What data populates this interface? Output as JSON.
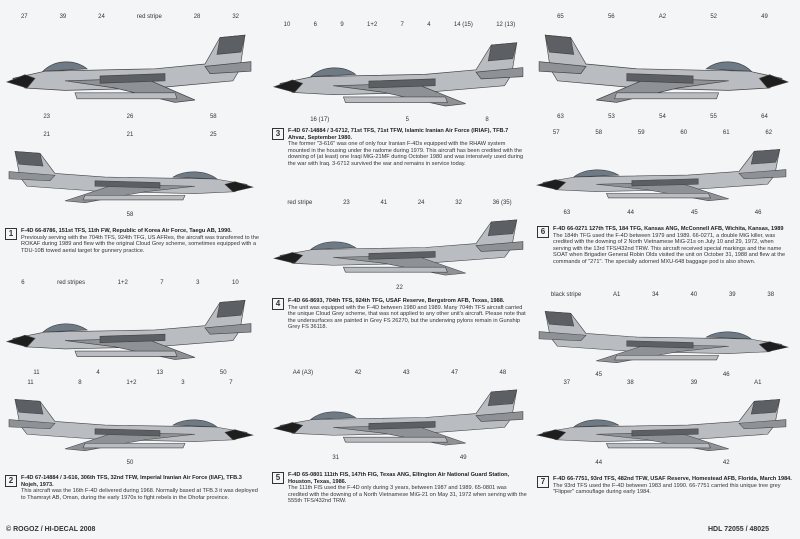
{
  "colors": {
    "background": "#f4f5f7",
    "jet_light": "#b9bcc0",
    "jet_mid": "#8e9296",
    "jet_dark": "#5c6064",
    "radome": "#1e1e1e"
  },
  "jets": [
    {
      "id": "1a",
      "callouts": [
        "27",
        "39",
        "24",
        "red stripe",
        "28",
        "32"
      ],
      "lower": [
        "23",
        "26",
        "58"
      ]
    },
    {
      "id": "1b",
      "callouts": [
        "21",
        "21",
        "25"
      ],
      "lower": [
        "58"
      ]
    },
    {
      "id": "2a",
      "callouts": [
        "6",
        "red stripes",
        "1+2",
        "7",
        "3",
        "10"
      ],
      "lower": [
        "11",
        "4",
        "13",
        "50"
      ]
    },
    {
      "id": "2b",
      "callouts": [
        "11",
        "8",
        "1+2",
        "3",
        "7"
      ],
      "lower": [
        "50"
      ]
    },
    {
      "id": "3",
      "callouts": [
        "10",
        "6",
        "9",
        "1+2",
        "7",
        "4",
        "14 (15)",
        "12 (13)"
      ],
      "lower": [
        "16 (17)",
        "5",
        "8"
      ]
    },
    {
      "id": "4",
      "callouts": [
        "red stripe",
        "23",
        "41",
        "24",
        "32",
        "36 (35)"
      ],
      "lower": [
        "22"
      ]
    },
    {
      "id": "5",
      "callouts": [
        "A4 (A3)",
        "42",
        "43",
        "47",
        "48"
      ],
      "lower": [
        "31",
        "49"
      ]
    },
    {
      "id": "6a",
      "callouts": [
        "65",
        "56",
        "A2",
        "52",
        "49"
      ],
      "lower": [
        "63",
        "53",
        "54",
        "55",
        "64"
      ]
    },
    {
      "id": "6b",
      "callouts": [
        "57",
        "58",
        "59",
        "60",
        "61",
        "62"
      ],
      "lower": [
        "63",
        "44",
        "45",
        "46"
      ]
    },
    {
      "id": "7a",
      "callouts": [
        "black stripe",
        "A1",
        "34",
        "40",
        "39",
        "38"
      ],
      "lower": [
        "45",
        "46"
      ]
    },
    {
      "id": "7b",
      "callouts": [
        "37",
        "38",
        "39",
        "A1"
      ],
      "lower": [
        "44",
        "42"
      ]
    }
  ],
  "captions": [
    {
      "num": "1",
      "title": "F-4D 66-8786, 151st TFS, 11th FW, Republic of Korea Air Force, Taegu AB, 1990.",
      "body": "Previously serving with the 704th TFS, 924th TFG, US AFRes, the aircraft was transferred to the ROKAF during 1989 and flew with the original Cloud Grey scheme, sometimes equipped with a TDU-10B towed aerial target for gunnery practice."
    },
    {
      "num": "2",
      "title": "F-4D 67-14884 / 3-616, 306th TFS, 32nd TFW, Imperial Iranian Air Force (IIAF), TFB.3 Nojeh, 1973.",
      "body": "This aircraft was the 16th F-4D delivered during 1968. Normally based at TFB.3 it was deployed to Thamrayt AB, Oman, during the early 1970s to fight rebels in the Dhofar province."
    },
    {
      "num": "3",
      "title": "F-4D 67-14884 / 3-6712, 71st TFS, 71st TFW, Islamic Iranian Air Force (IRIAF), TFB.7 Ahvaz, September 1980.",
      "body": "The former \"3-616\" was one of only four Iranian F-4Ds equipped with the RHAW system mounted in the housing under the radome during 1979. This aircraft has been credited with the downing of (at least) one Iraqi MiG-21MF during October 1980 and was intensively used during the war with Iraq. 3-6712 survived the war and remains in service today."
    },
    {
      "num": "4",
      "title": "F-4D 66-8693, 704th TFS, 924th TFG, USAF Reserve, Bergstrom AFB, Texas, 1988.",
      "body": "The unit was equipped with the F-4D between 1980 and 1989. Many 704th TFS aircraft carried the unique Cloud Grey scheme, that was not applied to any other unit's aircraft. Please note that the undersurfaces are painted in Grey FS 26270, but the underwing pylons remain in Gunship Grey FS 36118."
    },
    {
      "num": "5",
      "title": "F-4D 65-0801 111th FIS, 147th FIG, Texas ANG, Ellington Air National Guard Station, Houston, Texas, 1986.",
      "body": "The 111th FIS used the F-4D only during 3 years, between 1987 and 1989. 65-0801 was credited with the downing of a North Vietnamese MiG-21 on May 31, 1972 when serving with the 555th TFS/432nd TRW."
    },
    {
      "num": "6",
      "title": "F-4D 66-0271 127th TFS, 184 TFG, Kansas ANG, McConnell AFB, Wichita, Kansas, 1989",
      "body": "The 184th TFG used the F-4D between 1979 and 1989. 66-0271, a double MiG killer, was credited with the downing of 2 North Vietnamese MiG-21s on July 10 and 29, 1972, when serving with the 13rd TFS/432nd TRW. This aircraft received special markings and the name SOAT when Brigadier General Robin Olds visited the unit on October 31, 1988 and flew at the commands of \"271\". The specially adorned MXU-648 baggage pod is also shown."
    },
    {
      "num": "7",
      "title": "F-4D 66-7751, 93rd TFS, 482nd TFW, USAF Reserve, Homestead AFB, Florida, March 1984.",
      "body": "The 93rd TFS used the F-4D between 1983 and 1990. 66-7751 carried this unique tree grey \"Flipper\" camouflage during early 1984."
    }
  ],
  "footer": {
    "copyright": "© ROGOZ / HI-DECAL 2008",
    "code": "HDL 72055 / 48025"
  }
}
